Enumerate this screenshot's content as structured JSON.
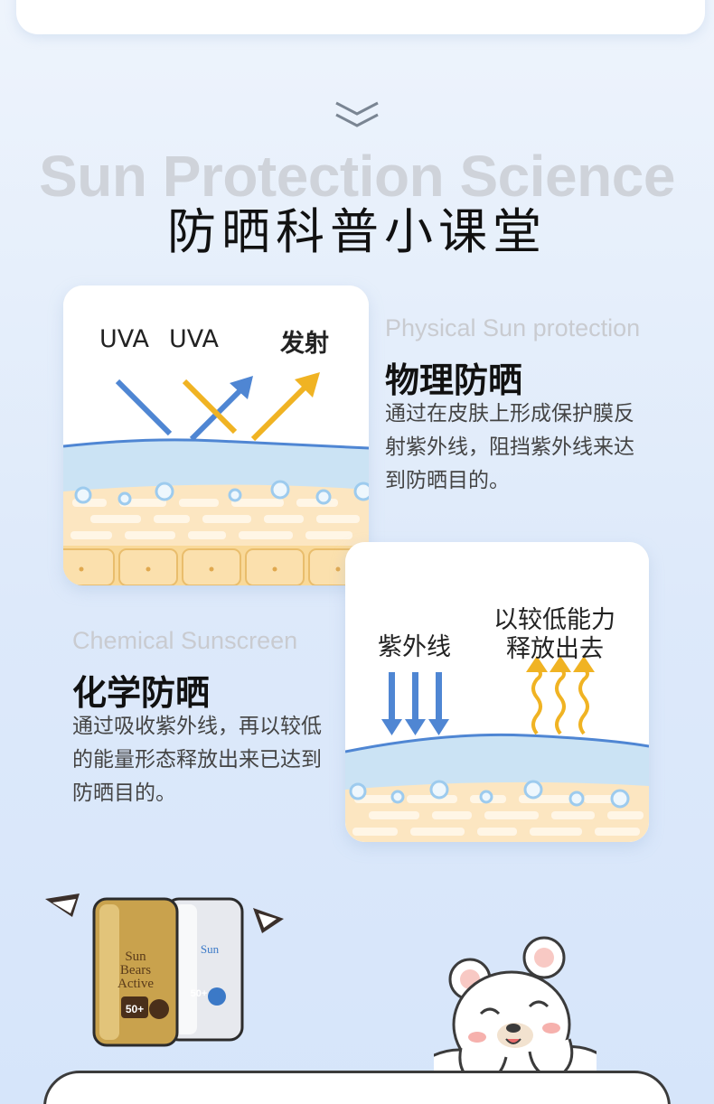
{
  "section": {
    "bg_title": "Sun Protection Science",
    "title": "防晒科普小课堂"
  },
  "physical": {
    "labels": {
      "uva1": "UVA",
      "uva2": "UVA",
      "reflect": "发射"
    },
    "en_title": "Physical Sun protection",
    "cn_title": "物理防晒",
    "description": "通过在皮肤上形成保护膜反射紫外线，阻挡紫外线来达到防晒目的。"
  },
  "chemical": {
    "labels": {
      "uv": "紫外线",
      "release_line1": "以较低能力",
      "release_line2": "释放出去"
    },
    "en_title": "Chemical Sunscreen",
    "cn_title": "化学防晒",
    "description": "通过吸收紫外线，再以较低的能量形态释放出来已达到防晒目的。"
  },
  "product": {
    "brand_line1": "Sun",
    "brand_line2": "Bears",
    "brand_line3": "Active",
    "spf_gold": "50+",
    "spf_silver": "50+"
  },
  "colors": {
    "uv_arrow_blue": "#4f86d3",
    "uv_arrow_yellow": "#f0b323",
    "skin_blue": "#c8e2f3",
    "skin_cream": "#fbe2b7"
  }
}
